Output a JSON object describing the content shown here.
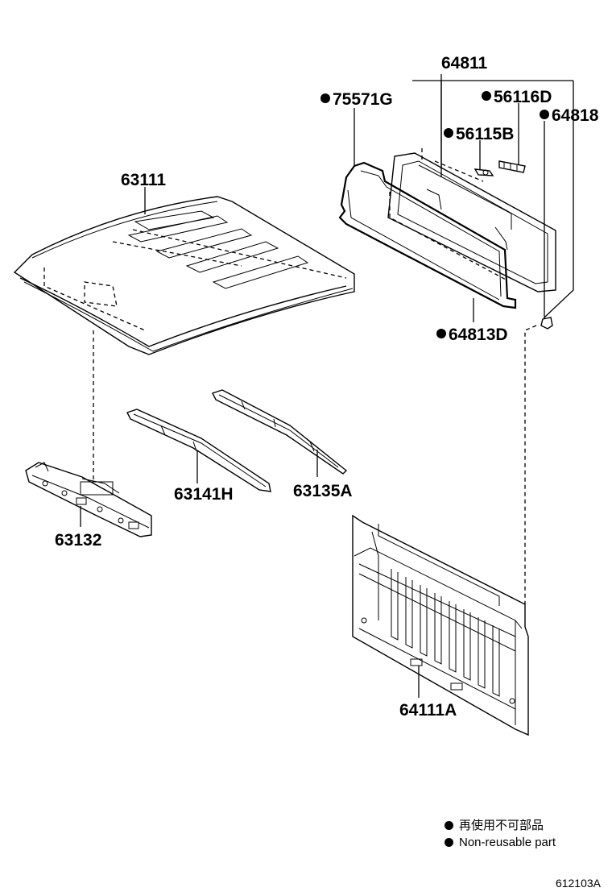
{
  "parts": {
    "p64811": "64811",
    "p75571g": "75571G",
    "p56116d": "56116D",
    "p64818": "64818",
    "p56115b": "56115B",
    "p63111": "63111",
    "p64813d": "64813D",
    "p63141h": "63141H",
    "p63135a": "63135A",
    "p63132": "63132",
    "p64111a": "64111A"
  },
  "legend": {
    "jp": "再使用不可部品",
    "en": "Non-reusable part"
  },
  "diagram_code": "612103A"
}
